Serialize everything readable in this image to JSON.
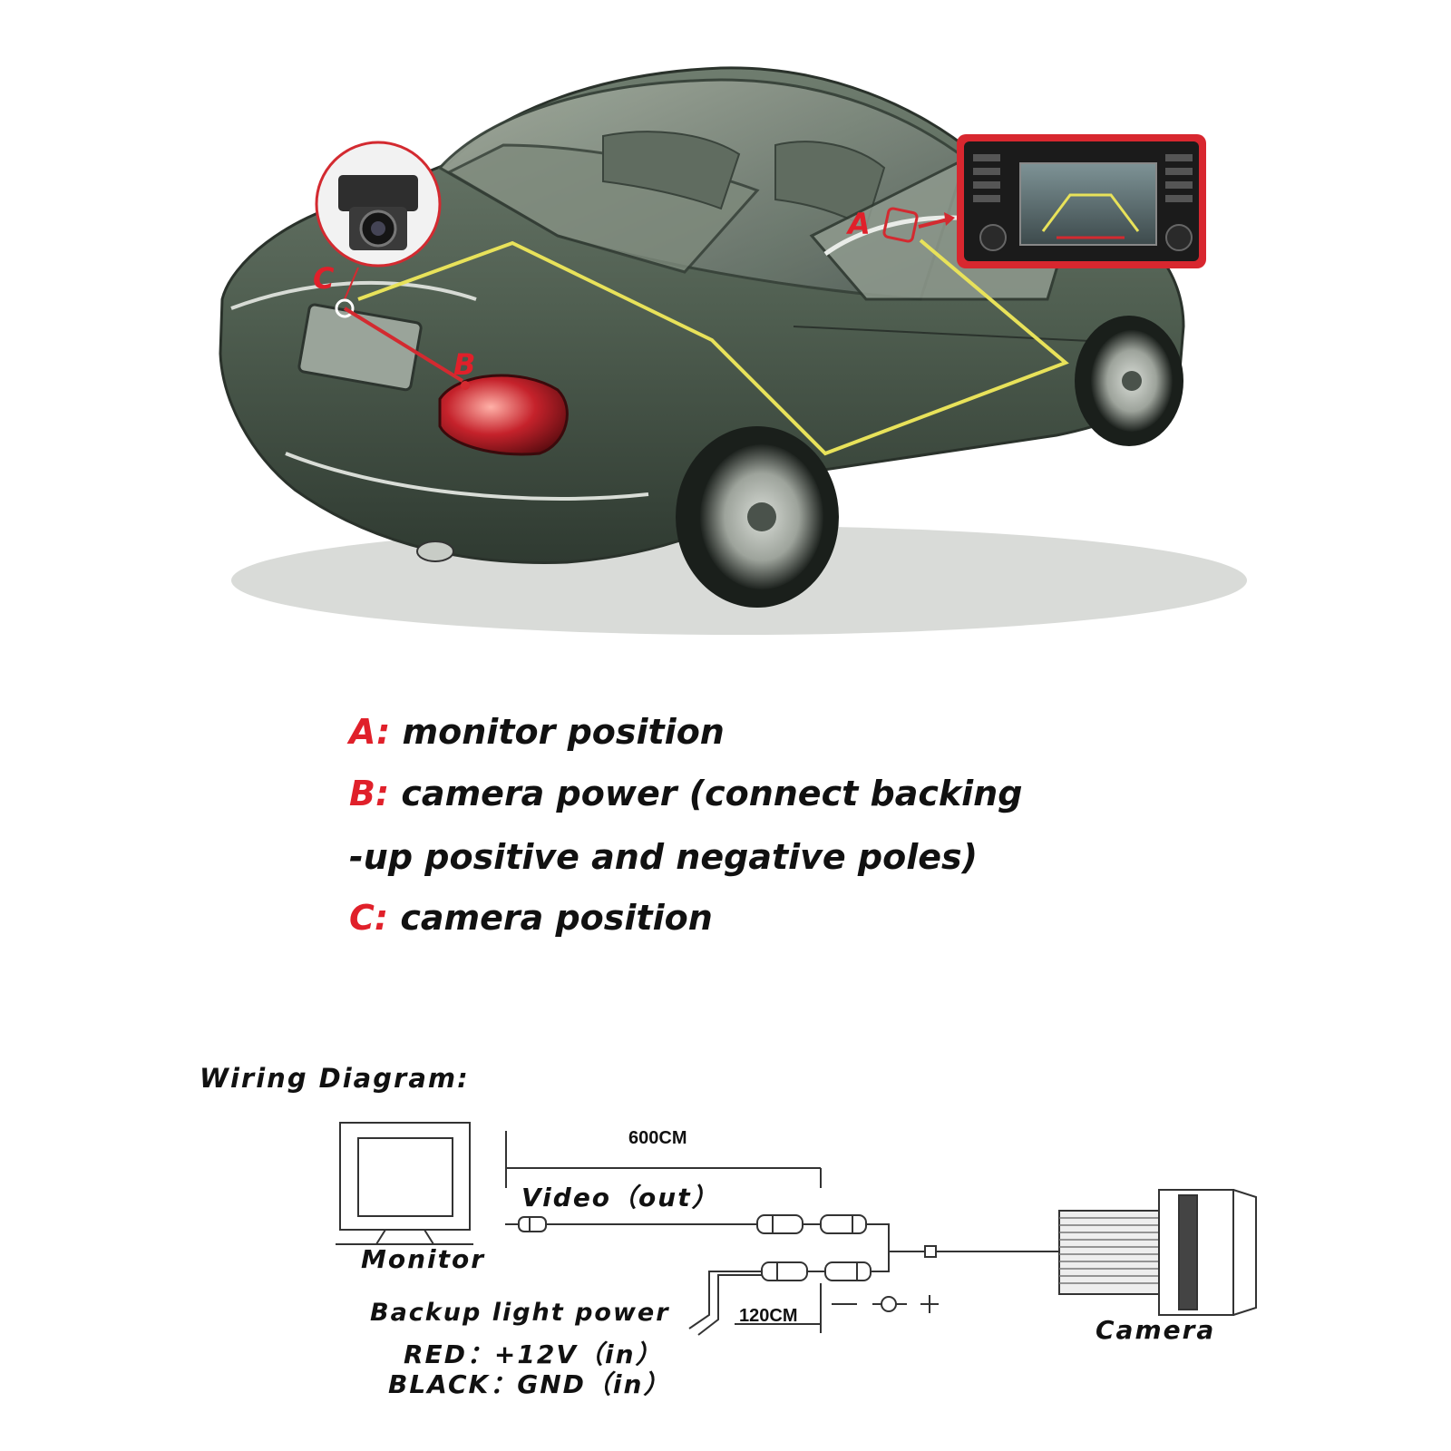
{
  "photo": {
    "markers": {
      "a": "A",
      "b": "B",
      "c": "C"
    }
  },
  "legend": [
    {
      "key": "A:",
      "text": " monitor  position"
    },
    {
      "key": "B:",
      "text": " camera power (connect backing"
    },
    {
      "key": "",
      "text": "-up positive and negative poles)"
    },
    {
      "key": "C:",
      "text": " camera position"
    }
  ],
  "wiring": {
    "title": "Wiring Diagram",
    "title_colon": ":",
    "monitor_label": "Monitor",
    "camera_label": "Camera",
    "video_label": "Video（out）",
    "video_length": "600CM",
    "power_length": "120CM",
    "power_label": "Backup light power",
    "red_label": "RED：+12V（in）",
    "black_label": "BLACK：GND（in）",
    "polarity": "— −◯− +"
  },
  "colors": {
    "accent_red": "#e0202a",
    "route_yellow": "#e8e25a",
    "car_green": "#4f5e50"
  }
}
